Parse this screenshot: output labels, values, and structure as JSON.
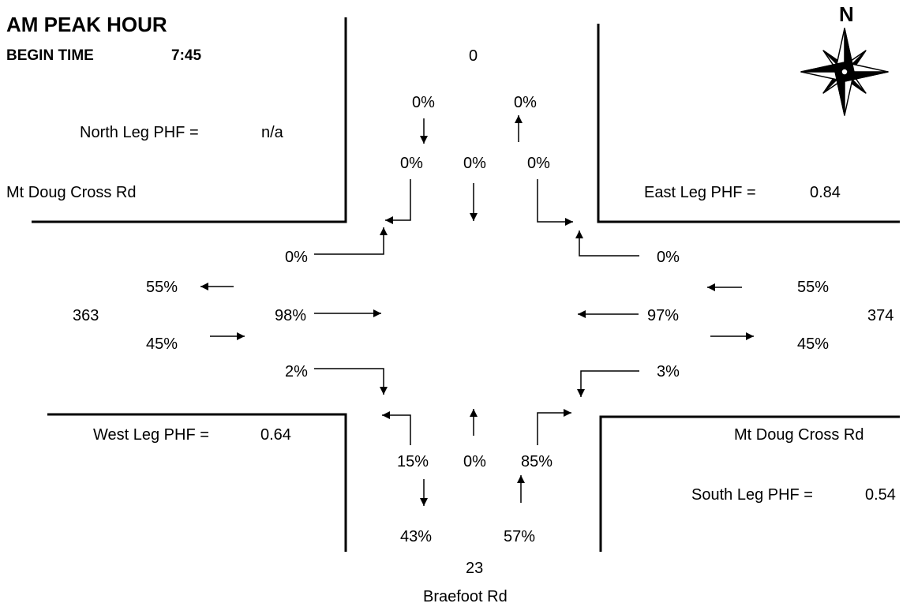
{
  "header": {
    "title": "AM PEAK HOUR",
    "begin_time_label": "BEGIN TIME",
    "begin_time_value": "7:45"
  },
  "compass": {
    "north_label": "N",
    "icon": "compass-rose-icon"
  },
  "streets": {
    "west_name": "Mt Doug Cross Rd",
    "east_name": "Mt Doug Cross Rd",
    "south_name": "Braefoot Rd"
  },
  "phf": {
    "north_label": "North Leg PHF =",
    "north_value": "n/a",
    "east_label": "East Leg PHF =",
    "east_value": "0.84",
    "west_label": "West Leg PHF =",
    "west_value": "0.64",
    "south_label": "South Leg PHF =",
    "south_value": "0.54"
  },
  "north_leg": {
    "total": "0",
    "out": "0%",
    "in": "0%",
    "right": "0%",
    "through": "0%",
    "left": "0%"
  },
  "west_leg": {
    "total": "363",
    "out": "55%",
    "in": "45%",
    "left": "0%",
    "through": "98%",
    "right": "2%"
  },
  "east_leg": {
    "total": "374",
    "out": "45%",
    "in": "55%",
    "right": "0%",
    "through": "97%",
    "left": "3%"
  },
  "south_leg": {
    "total": "23",
    "out": "43%",
    "in": "57%",
    "left": "15%",
    "through": "0%",
    "right": "85%"
  }
}
